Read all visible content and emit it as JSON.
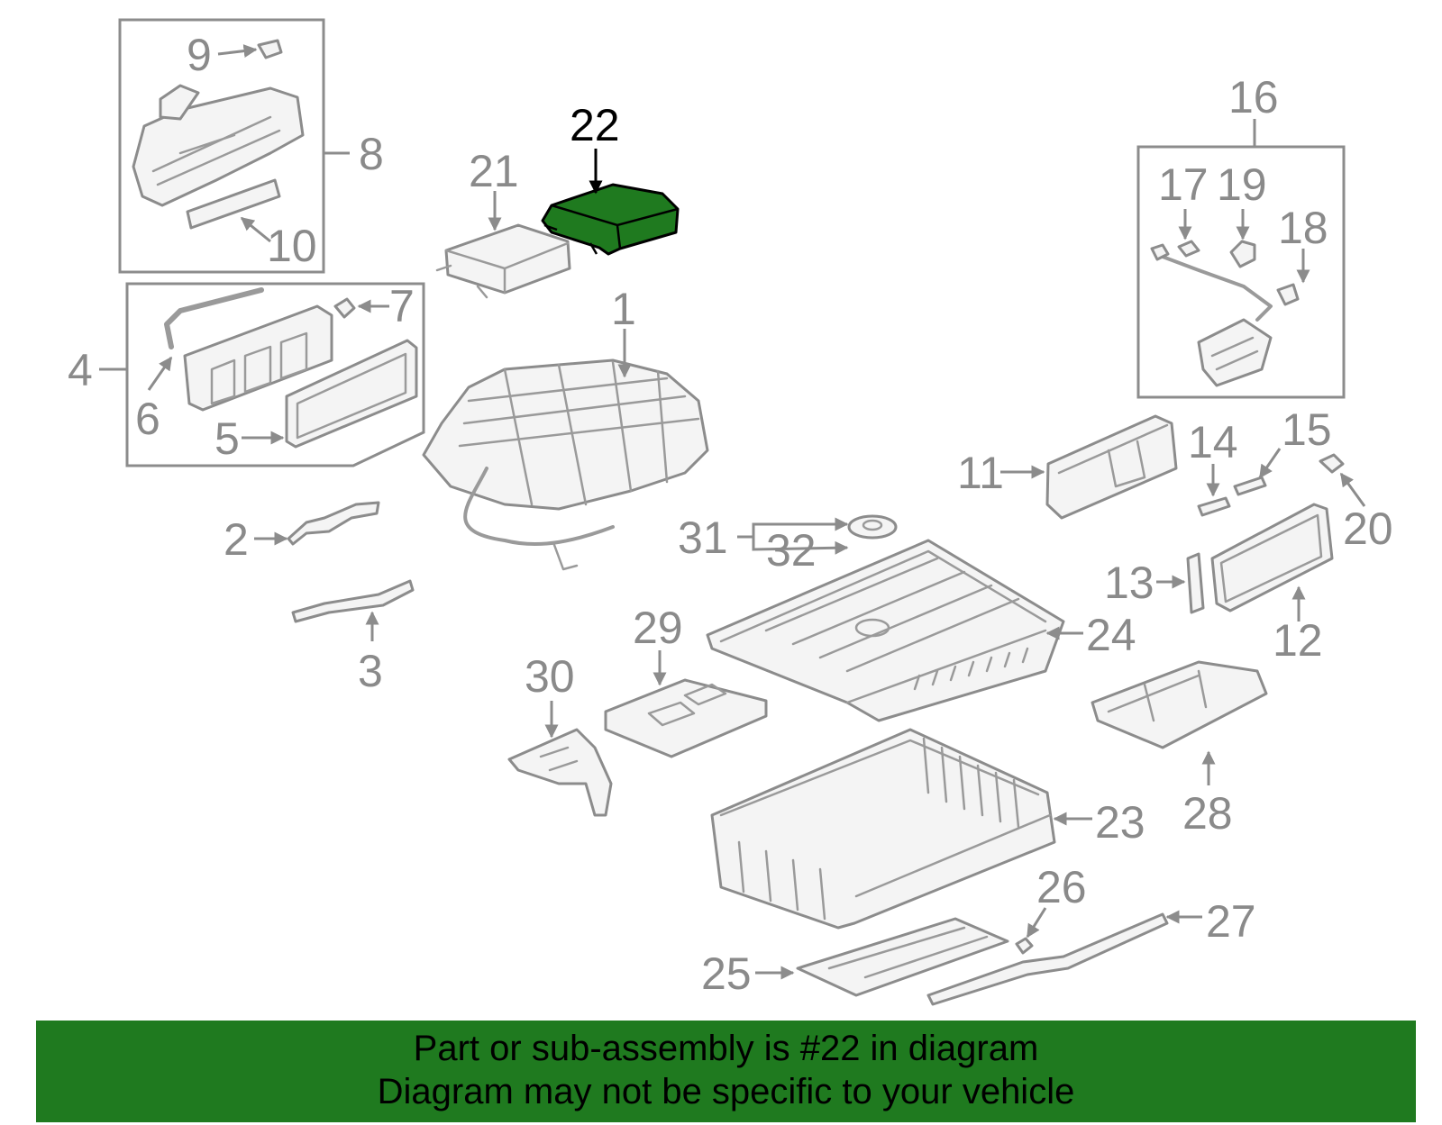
{
  "callouts": {
    "c1": "1",
    "c2": "2",
    "c3": "3",
    "c4": "4",
    "c5": "5",
    "c6": "6",
    "c7": "7",
    "c8": "8",
    "c9": "9",
    "c10": "10",
    "c11": "11",
    "c12": "12",
    "c13": "13",
    "c14": "14",
    "c15": "15",
    "c16": "16",
    "c17": "17",
    "c18": "18",
    "c19": "19",
    "c20": "20",
    "c21": "21",
    "c22": "22",
    "c23": "23",
    "c24": "24",
    "c25": "25",
    "c26": "26",
    "c27": "27",
    "c28": "28",
    "c29": "29",
    "c30": "30",
    "c31": "31",
    "c32": "32"
  },
  "highlight": {
    "part": "22",
    "color": "#1f7a1f"
  },
  "banner": {
    "line1": "Part or sub-assembly is #22 in diagram",
    "line2": "Diagram may not be specific to your vehicle",
    "color": "#1f7a1f"
  }
}
